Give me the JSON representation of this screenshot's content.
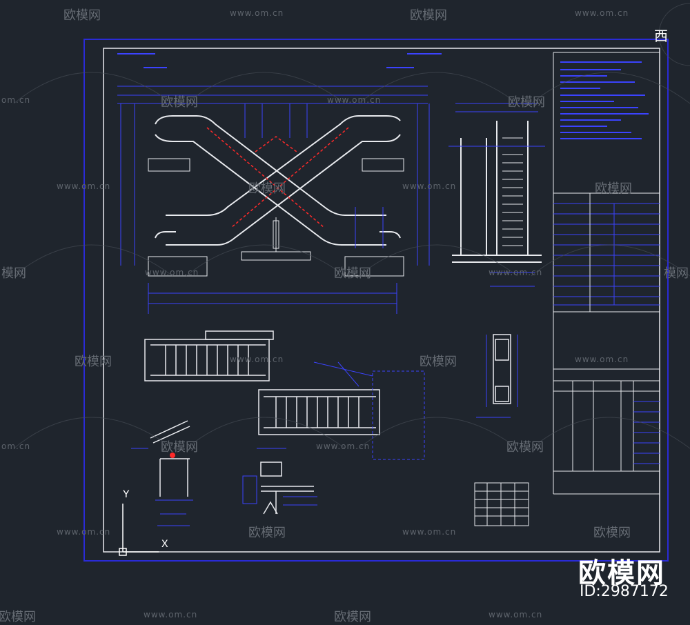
{
  "watermark": {
    "site_text": "www.om.cn",
    "domain_partial": "om.cn",
    "logo_text": "欧模网",
    "logo_partial": "模网"
  },
  "branding": {
    "logo_text": "欧模网",
    "id_label": "ID:2987172"
  },
  "axis": {
    "x_label": "X",
    "y_label": "Y"
  },
  "corner_glyph": "西",
  "colors": {
    "background": "#1f252d",
    "frame_blue": "#2a2bd6",
    "line_white": "#e8eaee",
    "dim_blue": "#3b43ff",
    "accent_red": "#ff2a2a",
    "watermark_gray": "#5e646c"
  }
}
